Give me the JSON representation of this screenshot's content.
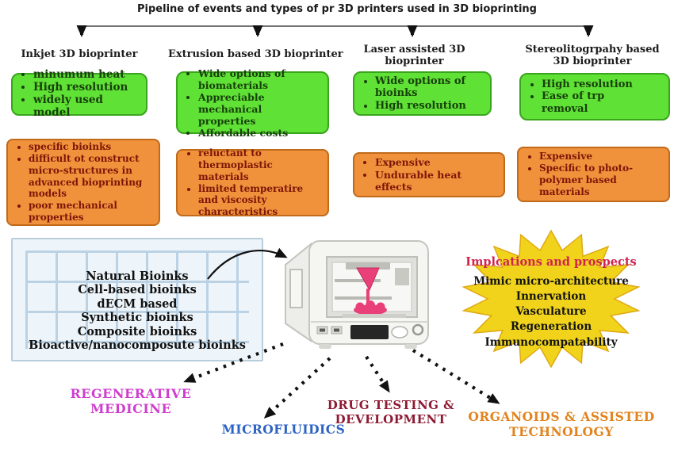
{
  "title": "Pipeline of events and types of pr 3D printers used in 3D bioprinting",
  "columns": [
    {
      "header": "Inkjet  3D bioprinter",
      "pros": [
        "minumum heat",
        "High resolution",
        "widely used model"
      ],
      "cons": [
        "specific bioinks",
        "difficult ot construct micro-structures in advanced bioprinting models",
        "poor mechanical properties"
      ]
    },
    {
      "header": "Extrusion based 3D bioprinter",
      "pros": [
        "Wide options of biomaterials",
        "Appreciable mechanical properties",
        "Affordable costs"
      ],
      "cons": [
        "reluctant to thermoplastic materials",
        "limited temperatire and viscosity characteristics"
      ]
    },
    {
      "header": "Laser assisted 3D bioprinter",
      "pros": [
        "Wide options of bioinks",
        "High resolution"
      ],
      "cons": [
        "Expensive",
        "Undurable heat effects"
      ]
    },
    {
      "header": "Stereolitogrpahy based 3D bioprinter",
      "pros": [
        "High resolution",
        "Ease of trp removal"
      ],
      "cons": [
        "Expensive",
        "Specific to photo-polymer based materials"
      ]
    }
  ],
  "bioinks": {
    "items": [
      "Natural Bioinks",
      "Cell-based bioinks",
      "dECM based",
      "Synthetic bioinks",
      "Composite bioinks",
      "Bioactive/nanocomposute bioinks"
    ]
  },
  "starburst": {
    "title": "Implcations and prospects",
    "title_color": "#d0234f",
    "items": [
      "Mimic micro-architecture",
      "Innervation",
      "Vasculature",
      "Regeneration",
      "Immunocompatability"
    ]
  },
  "outcomes": [
    {
      "label": "REGENERATIVE MEDICINE",
      "color": "#cf3fcf"
    },
    {
      "label": "MICROFLUIDICS",
      "color": "#2b62c4"
    },
    {
      "label": "DRUG TESTING & DEVELOPMENT",
      "color": "#8e1a33"
    },
    {
      "label": "ORGANOIDS & ASSISTED TECHNOLOGY",
      "color": "#e2831d"
    }
  ],
  "colors": {
    "pros_box_fill": "#5fe136",
    "pros_box_border": "#3aa41e",
    "pros_text": "#17400a",
    "cons_box_fill": "#f0913c",
    "cons_box_border": "#c06a1a",
    "cons_text": "#7c1607",
    "bioinks_panel_bg": "#eef5fa",
    "bioinks_grid": "#aac7de",
    "starburst_fill": "#f0d31a",
    "starburst_outline": "#dfa914",
    "printer_accent": "#e9407a",
    "arrow_color": "#111111"
  }
}
